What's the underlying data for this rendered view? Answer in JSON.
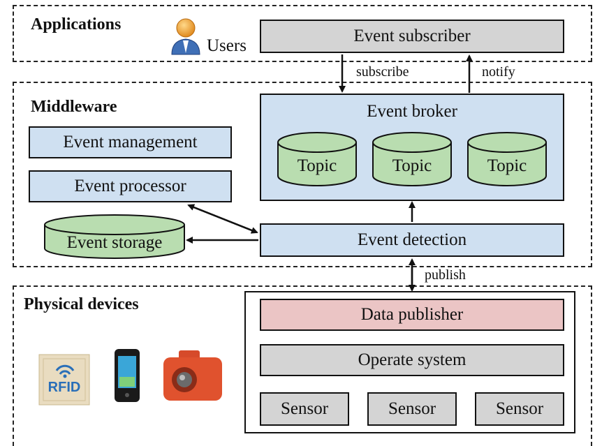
{
  "layers": {
    "applications": "Applications",
    "middleware": "Middleware",
    "physical": "Physical devices"
  },
  "applications": {
    "users_label": "Users",
    "event_subscriber": "Event subscriber"
  },
  "edges": {
    "subscribe": "subscribe",
    "notify": "notify",
    "publish": "publish"
  },
  "middleware": {
    "event_broker": "Event broker",
    "topics": [
      "Topic",
      "Topic",
      "Topic"
    ],
    "event_management": "Event management",
    "event_processor": "Event processor",
    "event_storage": "Event storage",
    "event_detection": "Event detection"
  },
  "physical": {
    "data_publisher": "Data publisher",
    "operate_system": "Operate system",
    "sensors": [
      "Sensor",
      "Sensor",
      "Sensor"
    ],
    "rfid_label": "RFID"
  },
  "colors": {
    "blue_fill": "#cfe0f1",
    "gray_fill": "#d4d4d4",
    "pink_fill": "#ebc5c5",
    "green_fill": "#b9ddb0"
  }
}
